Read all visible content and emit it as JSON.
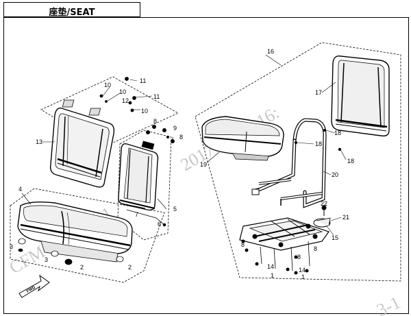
{
  "header": {
    "title": "座垫/SEAT"
  },
  "callouts": {
    "c1a": "1",
    "c1b": "1",
    "c2a": "2",
    "c2b": "2",
    "c3a": "3",
    "c3b": "3",
    "c4": "4",
    "c5": "5",
    "c6": "6",
    "c7": "7",
    "c8a": "8",
    "c8b": "8",
    "c8c": "8",
    "c8d": "8",
    "c8e": "8",
    "c9": "9",
    "c10a": "10",
    "c10b": "10",
    "c10c": "10",
    "c11a": "11",
    "c11b": "11",
    "c12": "12",
    "c13": "13",
    "c14a": "14",
    "c14b": "14",
    "c15": "15",
    "c16": "16",
    "c17": "17",
    "c18a": "18",
    "c18b": "18",
    "c18c": "18",
    "c19": "19",
    "c20": "20",
    "c21": "21",
    "c22": "22"
  },
  "watermark": {
    "date": "2017-03-10 16:",
    "brand": "CFMOTO kl-11",
    "corner": "3-1"
  },
  "fwd_label": "FWD"
}
